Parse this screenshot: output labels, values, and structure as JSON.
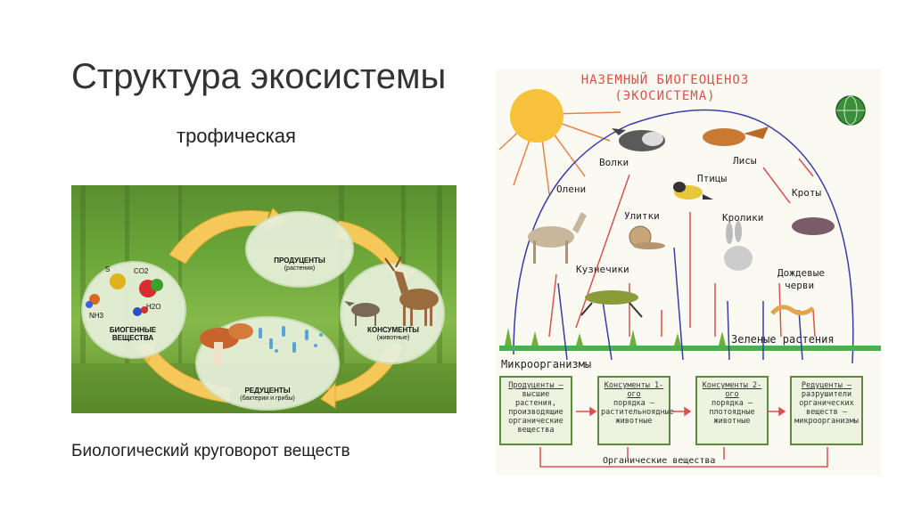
{
  "slide": {
    "title": "Структура экосистемы",
    "subtitle": "трофическая",
    "caption": "Биологический круговорот веществ"
  },
  "cycle": {
    "producers": {
      "label": "ПРОДУЦЕНТЫ",
      "sub": "(растения)"
    },
    "consumers": {
      "label": "КОНСУМЕНТЫ",
      "sub": "(животные)"
    },
    "decomposers": {
      "label": "РЕДУЦЕНТЫ",
      "sub": "(бактерии и грибы)"
    },
    "biogenic": {
      "label": "БИОГЕННЫЕ",
      "label2": "ВЕЩЕСТВА"
    },
    "molecules": {
      "s": "S",
      "co2": "CO2",
      "nh3": "NH3",
      "h2o": "H2O"
    },
    "colors": {
      "arrow": "#f2c94c",
      "circle": "#e9f3df"
    }
  },
  "eco": {
    "title1": "НАЗЕМНЫЙ  БИОГЕОЦЕНОЗ",
    "title2": "(ЭКОСИСТЕМА)",
    "animals": {
      "wolves": "Волки",
      "foxes": "Лисы",
      "deer": "Олени",
      "birds": "Птицы",
      "moles": "Кроты",
      "snails": "Улитки",
      "rabbits": "Кролики",
      "grasshoppers": "Кузнечики",
      "worms1": "Дождевые",
      "worms2": "черви"
    },
    "green_plants": "Зеленые растения",
    "microorganisms": "Микроорганизмы",
    "organic": "Органические  вещества",
    "boxes": [
      {
        "head": "Продуценты –",
        "body": "высшие растения, производящие органические вещества"
      },
      {
        "head": "Консументы 1-ого",
        "body": "порядка – растительноядные животные"
      },
      {
        "head": "Консументы 2-ого",
        "body": "порядка – плотоядные животные"
      },
      {
        "head": "Редуценты –",
        "body": "разрушители органических веществ – микроорганизмы"
      }
    ],
    "colors": {
      "red": "#d9534f",
      "blue": "#3a3aa8",
      "green": "#5d8a3c"
    }
  }
}
